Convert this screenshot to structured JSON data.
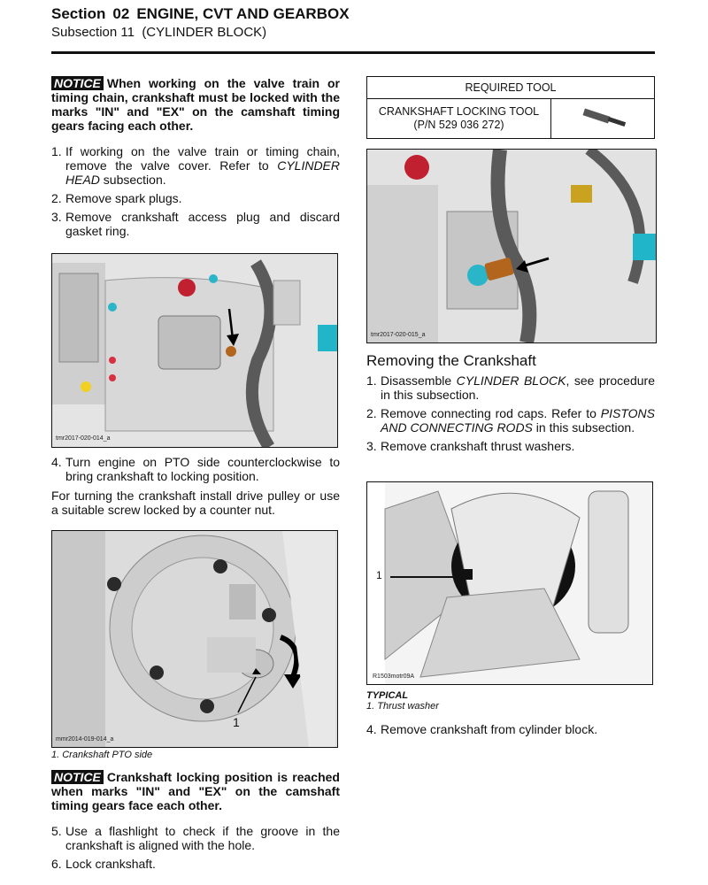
{
  "header": {
    "section_label": "Section",
    "section_number": "02",
    "section_title": "ENGINE, CVT AND GEARBOX",
    "subsection_label": "Subsection 11",
    "subsection_title": "(CYLINDER BLOCK)"
  },
  "notice1": {
    "badge": "NOTICE",
    "text": "When working on the valve train or timing chain, crankshaft must be locked with the marks \"IN\" and \"EX\" on the camshaft timing gears facing each other."
  },
  "steps_a": [
    {
      "num": "1.",
      "text_a": "If working on the valve train or timing chain, remove the valve cover. Refer to ",
      "ref": "CYLINDER HEAD",
      "text_b": " subsection."
    },
    {
      "num": "2.",
      "text": "Remove spark plugs."
    },
    {
      "num": "3.",
      "text": "Remove crankshaft access plug and discard gasket ring."
    }
  ],
  "fig1": {
    "code": "tmr2017-020-014_a"
  },
  "step4": {
    "num": "4.",
    "text": "Turn engine on PTO side counterclockwise to bring crankshaft to locking position."
  },
  "para_pulley": "For turning the crankshaft install drive pulley or use a suitable screw locked by a counter nut.",
  "fig2": {
    "code": "mmr2014-019-014_a",
    "callout": "1",
    "caption": "1.  Crankshaft PTO side"
  },
  "notice2": {
    "badge": "NOTICE",
    "text": "Crankshaft locking position is reached when marks \"IN\" and \"EX\" on the camshaft timing gears face each other."
  },
  "steps_b": [
    {
      "num": "5.",
      "text": "Use a flashlight to check if the groove in the crankshaft is aligned with the hole."
    },
    {
      "num": "6.",
      "text": "Lock crankshaft."
    }
  ],
  "tool_table": {
    "header": "REQUIRED TOOL",
    "name_line1": "CRANKSHAFT LOCKING TOOL",
    "name_line2": "(P/N 529 036 272)"
  },
  "fig3": {
    "code": "tmr2017-020-015_a"
  },
  "removing_heading": "Removing the Crankshaft",
  "steps_c": [
    {
      "num": "1.",
      "text_a": "Disassemble ",
      "ref": "CYLINDER BLOCK",
      "text_b": ", see procedure in this subsection."
    },
    {
      "num": "2.",
      "text_a": "Remove connecting rod caps. Refer to ",
      "ref": "PISTONS AND CONNECTING RODS",
      "text_b": " in this subsection."
    },
    {
      "num": "3.",
      "text": "Remove crankshaft thrust washers."
    }
  ],
  "fig4": {
    "code": "R1503motr09A",
    "callout": "1",
    "caption_title": "TYPICAL",
    "caption": "1.  Thrust washer"
  },
  "step_final": {
    "num": "4.",
    "text": "Remove crankshaft from cylinder block."
  }
}
